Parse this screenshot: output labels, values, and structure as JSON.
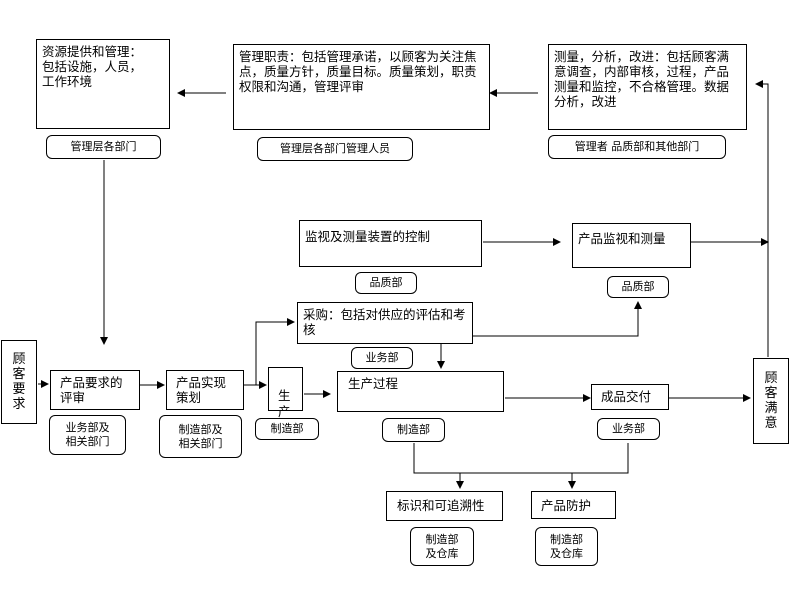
{
  "top_row": {
    "resources": {
      "text": "资源提供和管理：\n包括设施，人员，\n工作环境",
      "tag": "管理层各部门"
    },
    "responsibility": {
      "text": "管理职责：包括管理承诺，以顾客为关注焦点，质量方针，质量目标。质量策划，职责权限和沟通，管理评审",
      "tag": "管理层各部门管理人员"
    },
    "analysis": {
      "text": "测量，分析，改进：包括顾客满意调查，内部审核，过程，产品测量和监控，不合格管理。数据分析，改进",
      "tag": "管理者 品质部和其他部门"
    }
  },
  "middle_row": {
    "monitor_device": {
      "text": "监视及测量装置的控制",
      "tag": "品质部"
    },
    "product_monitor": {
      "text": "产品监视和测量",
      "tag": "品质部"
    },
    "purchase": {
      "text": "采购：包括对供应的评估和考核",
      "tag": "业务部"
    }
  },
  "main_flow": {
    "customer_req": "顾客要求",
    "product_req": {
      "text": "产品要求的评审",
      "tag": "业务部及\n相关部门"
    },
    "realization": {
      "text": "产品实现策划",
      "tag": "制造部及\n相关部门"
    },
    "production": {
      "text": "生产",
      "tag": "制造部"
    },
    "process": {
      "text": "生产过程",
      "tag": "制造部"
    },
    "delivery": {
      "text": "成品交付",
      "tag": "业务部"
    },
    "customer_sat": "顾客满意"
  },
  "bottom_row": {
    "traceability": {
      "text": "标识和可追溯性",
      "tag": "制造部\n及仓库"
    },
    "protection": {
      "text": "产品防护",
      "tag": "制造部\n及仓库"
    }
  }
}
